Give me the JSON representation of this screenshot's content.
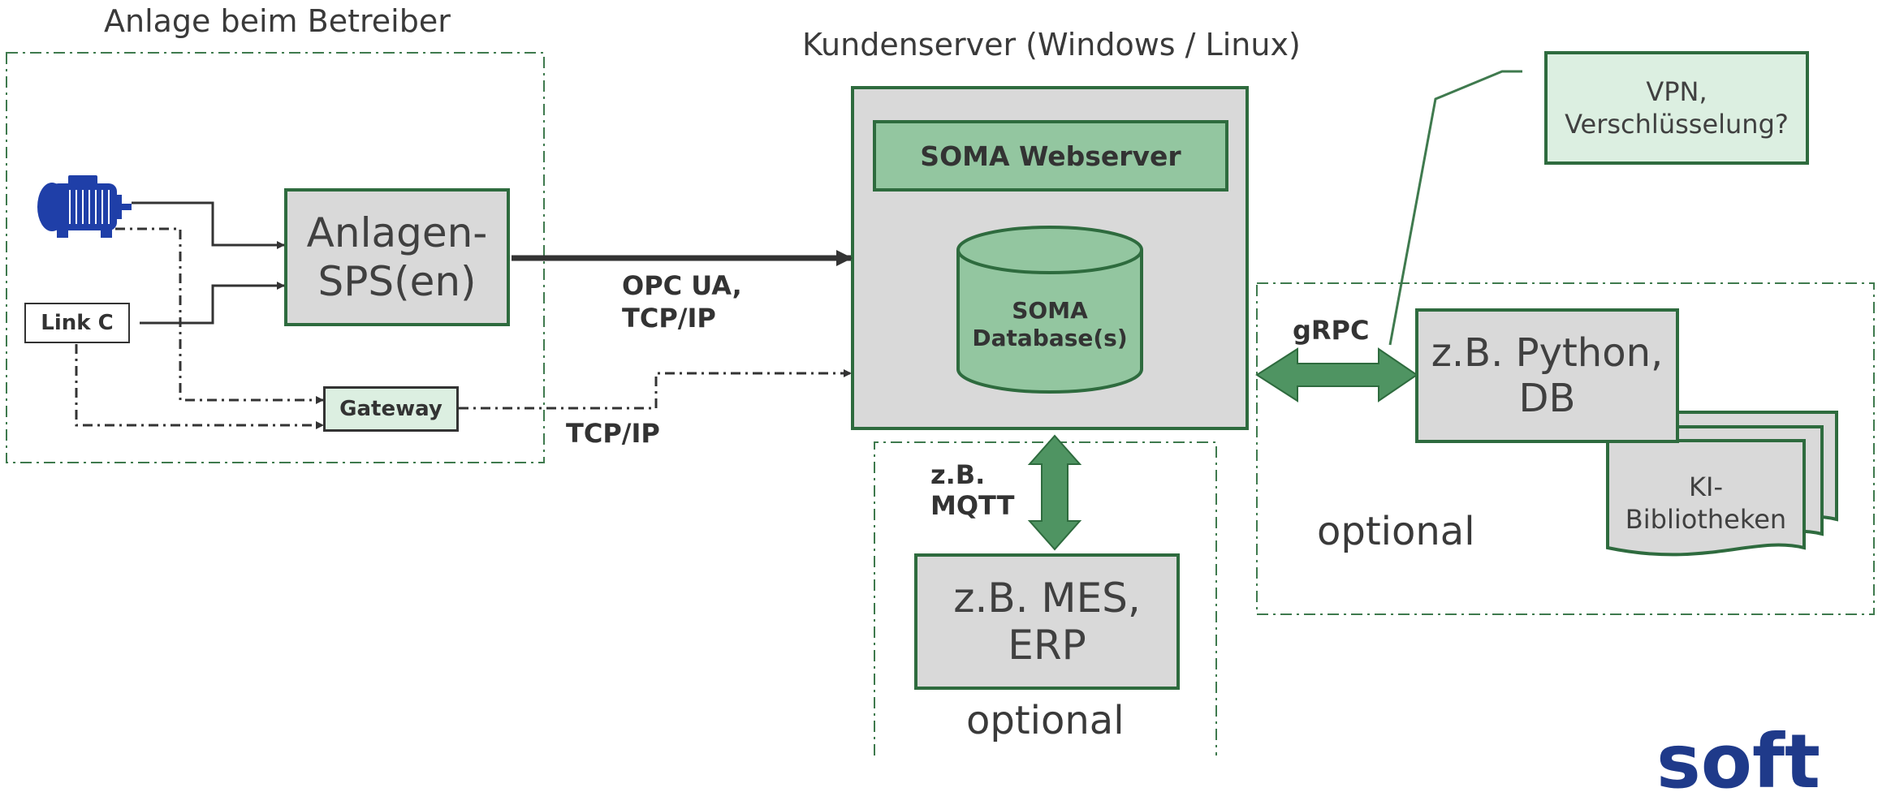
{
  "groups": {
    "plant_title": "Anlage beim Betreiber",
    "server_title": "Kundenserver (Windows / Linux)"
  },
  "nodes": {
    "plc": "Anlagen-\nSPS(en)",
    "link_c": "Link C",
    "gateway": "Gateway",
    "webserver": "SOMA Webserver",
    "database": "SOMA\nDatabase(s)",
    "vpn_note": "VPN,\nVerschlüsselung?",
    "python": "z.B. Python,\nDB",
    "ki": "KI-\nBibliotheken",
    "mes": "z.B. MES,\nERP"
  },
  "edges": {
    "opc": "OPC UA,\nTCP/IP",
    "tcp": "TCP/IP",
    "grpc": "gRPC",
    "mqtt": "z.B.\nMQTT"
  },
  "optional_labels": {
    "right": "optional",
    "bottom": "optional"
  },
  "logo_fragment": "soft",
  "colors": {
    "box_border": "#2e6b3e",
    "box_gray": "#d9d9d9",
    "box_green": "#93c6a0",
    "arrow_green": "#4f9462",
    "dashdot": "#3f7a4e",
    "motor_blue": "#1f3fa8",
    "logo_blue": "#1f3a8a"
  }
}
